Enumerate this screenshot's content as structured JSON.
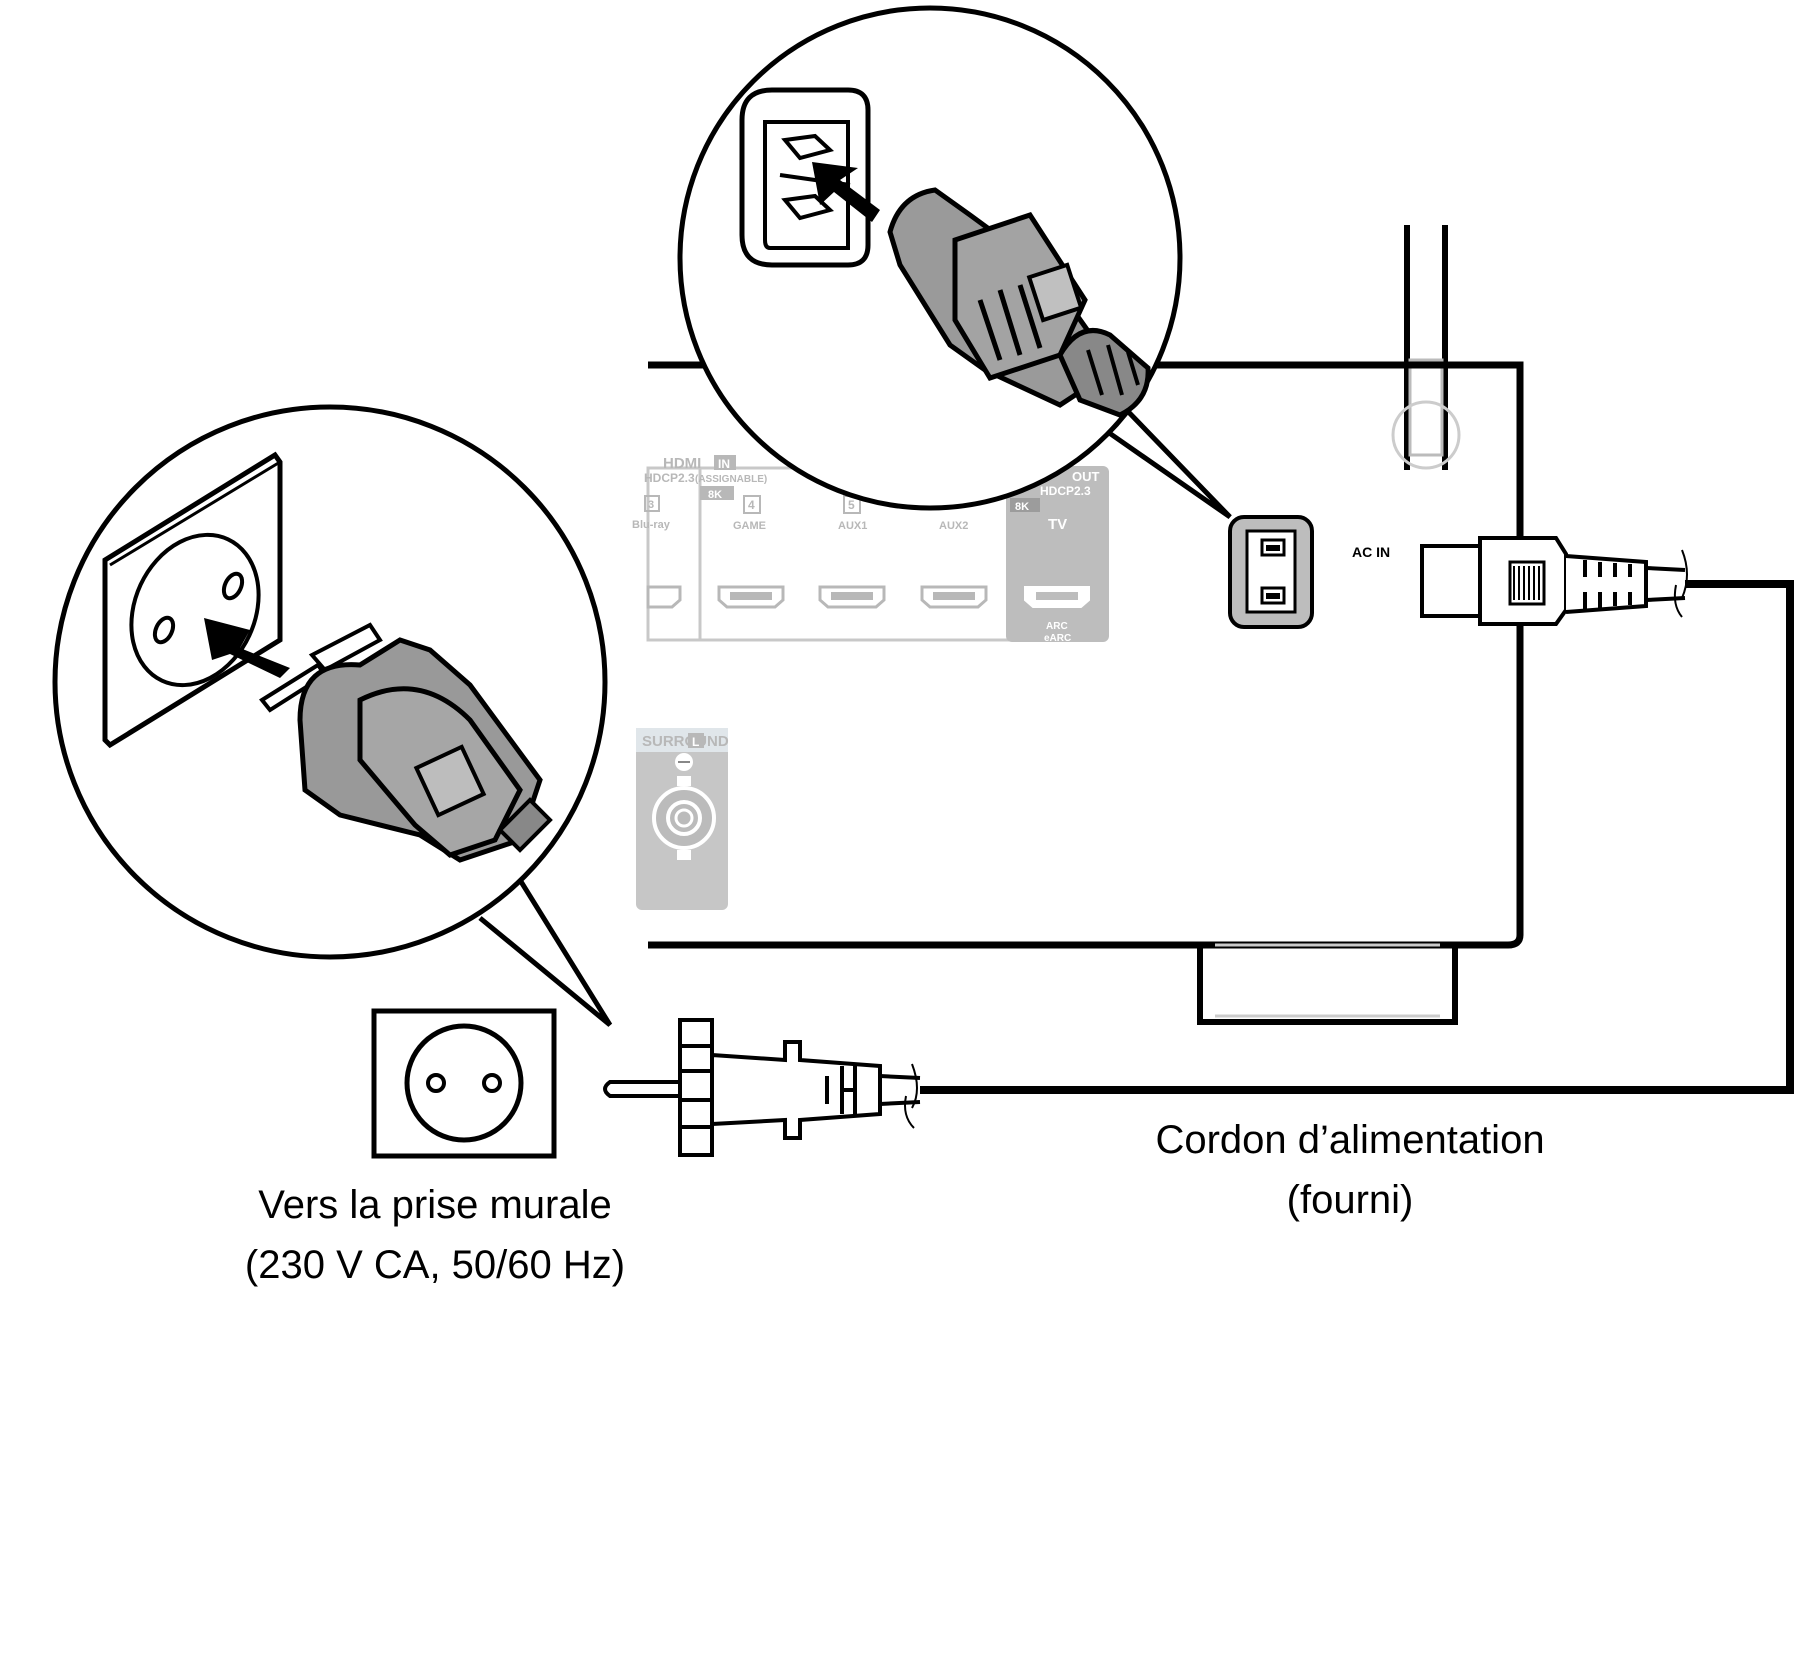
{
  "receiver_panel": {
    "hdmi_label": "HDMI",
    "hdmi_in_label": "IN",
    "hdcp_label": "HDCP2.3",
    "assignable_label": "(ASSIGNABLE)",
    "badge_8k": "8K",
    "inputs": [
      {
        "number": "3",
        "name": "Blu-ray"
      },
      {
        "number": "4",
        "name": "GAME"
      },
      {
        "number": "5",
        "name": "AUX1"
      },
      {
        "number": "",
        "name": "AUX2"
      }
    ],
    "output": {
      "label": "OUT",
      "hdcp": "HDCP2.3",
      "badge": "8K",
      "name": "TV",
      "arc": "ARC",
      "earc": "eARC"
    },
    "surround_label": "SURROUND",
    "surround_channel": "L",
    "ac_in_label": "AC IN"
  },
  "captions": {
    "wall_outlet_line1": "Vers la prise murale",
    "wall_outlet_line2": "(230 V CA, 50/60 Hz)",
    "power_cord_line1": "Cordon d’alimentation",
    "power_cord_line2": "(fourni)"
  }
}
